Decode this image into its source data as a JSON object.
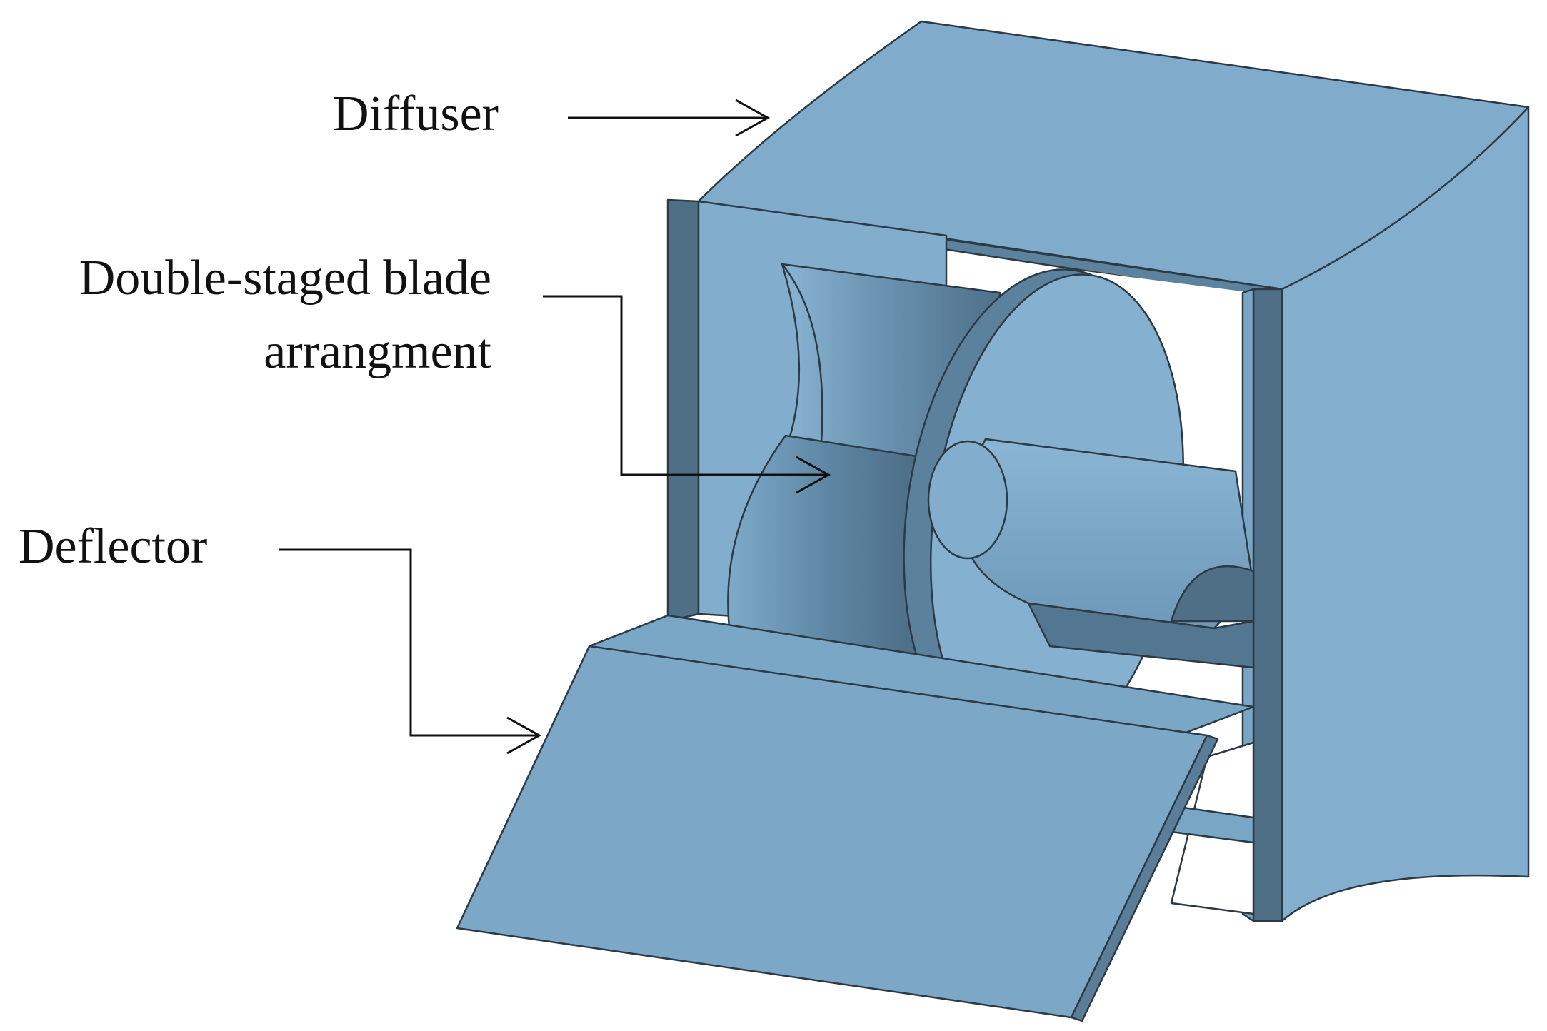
{
  "labels": {
    "diffuser": "Diffuser",
    "blade_line1": "Double-staged blade",
    "blade_line2": "arrangment",
    "deflector": "Deflector"
  },
  "colors": {
    "face_light": "#85b0cf",
    "face_mid": "#7aa6c6",
    "face_dark": "#5b7f99",
    "face_darker": "#4e6d84",
    "edge": "#2b3a45",
    "text": "#111111"
  }
}
